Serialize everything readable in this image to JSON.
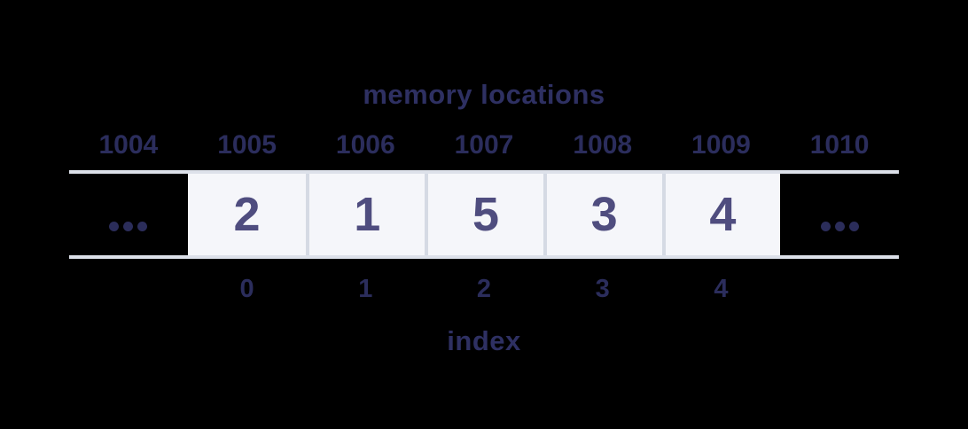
{
  "title": "memory locations",
  "addresses": [
    "1004",
    "1005",
    "1006",
    "1007",
    "1008",
    "1009",
    "1010"
  ],
  "cell_values": [
    "2",
    "1",
    "5",
    "3",
    "4"
  ],
  "indices": [
    "0",
    "1",
    "2",
    "3",
    "4"
  ],
  "index_label": "index",
  "colors": {
    "background": "#000000",
    "label_text": "#2b2d5c",
    "title_text": "#2e3062",
    "cell_value_text": "#4f4d7f",
    "cell_background": "#f5f6fa",
    "row_line": "#dde1ea",
    "cell_divider": "#d5dae4"
  }
}
